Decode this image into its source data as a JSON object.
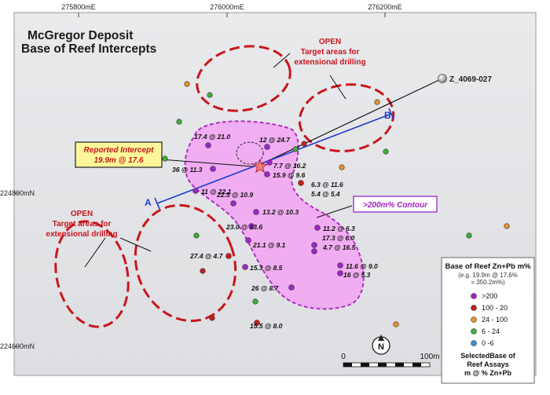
{
  "title": {
    "line1": "McGregor Deposit",
    "line2": "Base of Reef Intercepts"
  },
  "grid": {
    "easting_labels": [
      "275800mE",
      "276000mE",
      "276200mE"
    ],
    "northing_labels": [
      "224800mN",
      "224600mN"
    ]
  },
  "open_labels": [
    {
      "l1": "OPEN",
      "l2": "Target areas for",
      "l3": "extensional drilling"
    },
    {
      "l1": "OPEN",
      "l2": "Target areas for",
      "l3": "extensional drilling"
    }
  ],
  "drillhole": {
    "label": "Z_4069-027"
  },
  "section": {
    "a": "A",
    "b": "B"
  },
  "reported_intercept": {
    "line1": "Reported Intercept",
    "line2": "19.9m @ 17.6"
  },
  "contour_label": ">200m% Contour",
  "intercepts": [
    {
      "text": "17.4 @ 21.0"
    },
    {
      "text": "12 @ 24.7"
    },
    {
      "text": "7.7 @ 16.2"
    },
    {
      "text": "15.9 @ 9.6"
    },
    {
      "text": "36 @ 11.3"
    },
    {
      "text": "6.3 @ 11.6"
    },
    {
      "text": "5.4 @ 5.4"
    },
    {
      "text": "11 @ 22.1"
    },
    {
      "text": "22.5 @ 10.9"
    },
    {
      "text": "13.2 @ 10.3"
    },
    {
      "text": "23.0 @ 13.6"
    },
    {
      "text": "11.2 @ 6.3"
    },
    {
      "text": "17.3 @ 6.0"
    },
    {
      "text": "21.1 @ 9.1"
    },
    {
      "text": "4.7 @ 16.5"
    },
    {
      "text": "27.4 @ 4.7"
    },
    {
      "text": "15.3 @ 8.5"
    },
    {
      "text": "11.6 @ 9.0"
    },
    {
      "text": "16 @ 5.3"
    },
    {
      "text": "26 @ 8.7"
    },
    {
      "text": "15.5 @ 8.0"
    }
  ],
  "legend": {
    "title": "Base of Reef Zn+Pb m%",
    "example1": "(e.g. 19.9m @ 17.6%",
    "example2": "= 350.2m%)",
    "items": [
      {
        "label": ">200",
        "color": "#9b27c7"
      },
      {
        "label": "100 - 20",
        "color": "#c61e1e"
      },
      {
        "label": "24 - 100",
        "color": "#e8922a"
      },
      {
        "label": "6 - 24",
        "color": "#3fae3a"
      },
      {
        "label": "0 -6",
        "color": "#3c8fd6"
      }
    ],
    "footer1": "SelectedBase of",
    "footer2": "Reef Assays",
    "footer3": "m @ % Zn+Pb"
  },
  "scale": {
    "zero": "0",
    "end": "100m"
  },
  "north": {
    "label": "N"
  }
}
